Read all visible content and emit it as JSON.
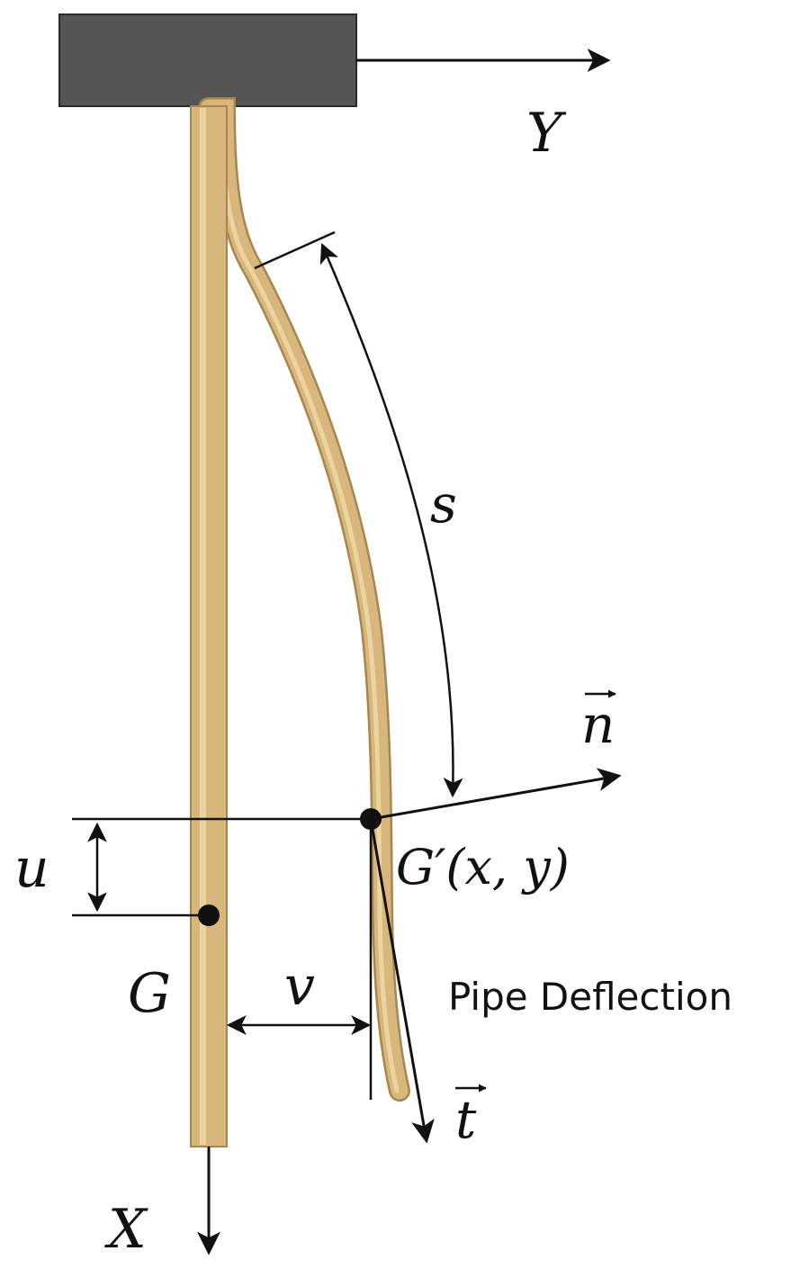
{
  "colors": {
    "background": "#ffffff",
    "support_block": "#555555",
    "support_border": "#2b2b2b",
    "pipe_fill": "#d9b77c",
    "pipe_edge": "#a7874f",
    "pipe_highlight": "#ecd3a2",
    "line": "#111111"
  },
  "labels": {
    "axis_y": "Y",
    "axis_x": "X",
    "arc_length": "s",
    "normal_vector": "n",
    "tangent_vector": "t",
    "deflected_point": "G′(x, y)",
    "original_point": "G",
    "axial_displacement": "u",
    "lateral_displacement": "v",
    "caption": "Pipe Deflection"
  }
}
